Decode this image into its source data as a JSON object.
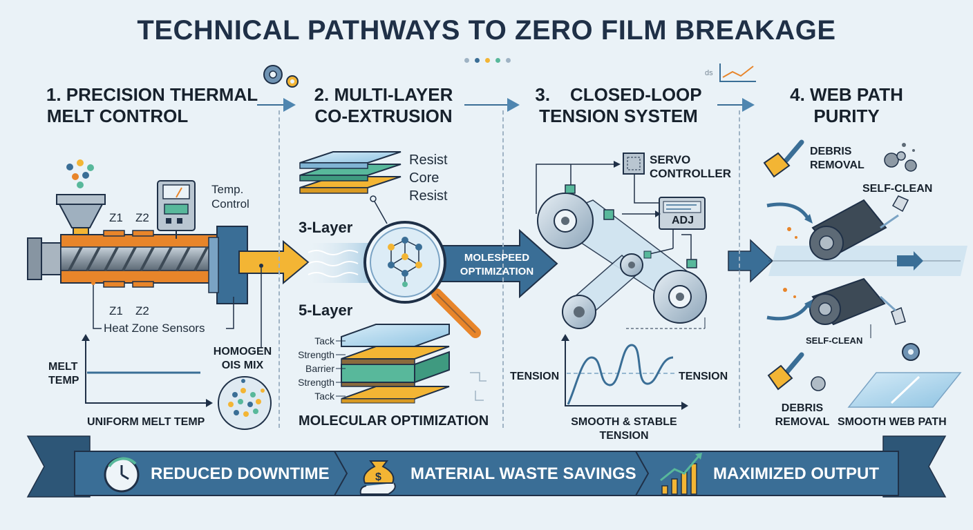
{
  "title": "TECHNICAL PATHWAYS TO ZERO FILM BREAKAGE",
  "colors": {
    "navy": "#1f3047",
    "blue": "#3a6e96",
    "orange": "#e8852a",
    "yellow": "#f3b534",
    "green": "#58b89b",
    "light": "#eaf2f7"
  },
  "sections": [
    {
      "heading_line1": "1. PRECISION THERMAL",
      "heading_line2": "MELT CONTROL",
      "temp_control": "Temp.\nControl",
      "zone_top_1": "Z1",
      "zone_top_2": "Z2",
      "zone_bottom_1": "Z1",
      "zone_bottom_2": "Z2",
      "heat_zone_sensors": "Heat Zone Sensors",
      "melt_temp": "MELT\nTEMP",
      "uniform_melt_temp": "UNIFORM MELT TEMP",
      "homogeneous_mix": "HOMOGEN\nOIS MIX"
    },
    {
      "heading_line1": "2. MULTI-LAYER",
      "heading_line2": "CO-EXTRUSION",
      "three_layer_labels": [
        "Resist",
        "Core",
        "Resist"
      ],
      "three_layer": "3-Layer",
      "five_layer": "5-Layer",
      "five_layer_labels": [
        "Tack",
        "Strength",
        "Barrier",
        "Strength",
        "Tack"
      ],
      "arrow_label": "MOLESPEED\nOPTIMIZATION",
      "molecular_optimization": "MOLECULAR OPTIMIZATION"
    },
    {
      "heading_line1": "3.    CLOSED-LOOP",
      "heading_line2": "TENSION SYSTEM",
      "servo_controller": "SERVO\nCONTROLLER",
      "adj": "ADJ",
      "tension_left": "TENSION",
      "tension_right": "TENSION",
      "smooth_stable": "SMOOTH & STABLE\nTENSION"
    },
    {
      "heading_line1": "4. WEB PATH",
      "heading_line2": "PURITY",
      "debris_removal_top": "DEBRIS\nREMOVAL",
      "self_clean_top": "SELF-CLEAN",
      "self_clean_bottom": "SELF-CLEAN",
      "debris_removal_bottom": "DEBRIS\nREMOVAL",
      "smooth_web_path": "SMOOTH WEB PATH"
    }
  ],
  "icon_label_ds": "ds",
  "banner": {
    "items": [
      {
        "label": "REDUCED DOWNTIME",
        "icon": "clock-icon"
      },
      {
        "label": "MATERIAL WASTE SAVINGS",
        "icon": "money-bag-icon"
      },
      {
        "label": "MAXIMIZED OUTPUT",
        "icon": "growth-chart-icon"
      }
    ]
  }
}
